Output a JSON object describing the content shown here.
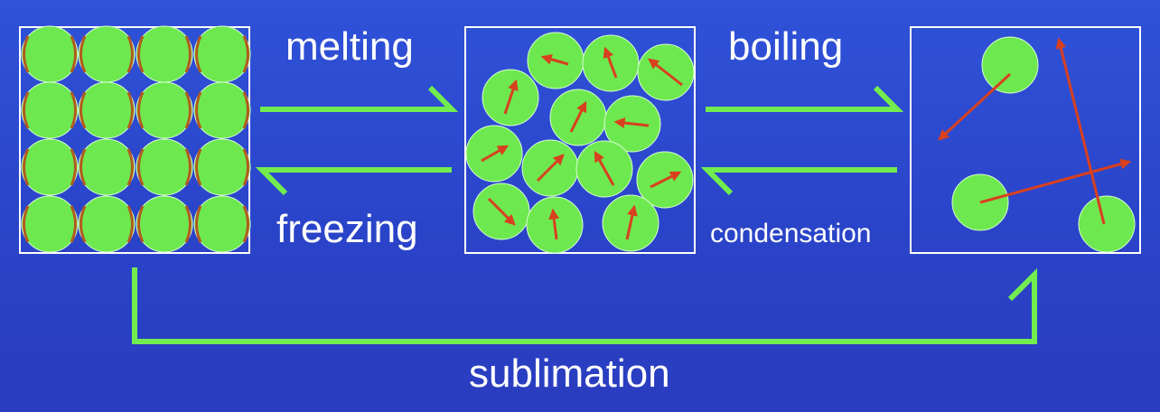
{
  "labels": {
    "melting": "melting",
    "boiling": "boiling",
    "freezing": "freezing",
    "condensation": "condensation",
    "sublimation": "sublimation"
  },
  "colors": {
    "background": "#2c47cc",
    "particle": "#6ee84f",
    "arrow_green": "#72ec4e",
    "motion_arrow": "#d8401f",
    "vibration_mark": "#b25a1e",
    "box_border": "#ffffff"
  },
  "states": [
    "solid",
    "liquid",
    "gas"
  ]
}
